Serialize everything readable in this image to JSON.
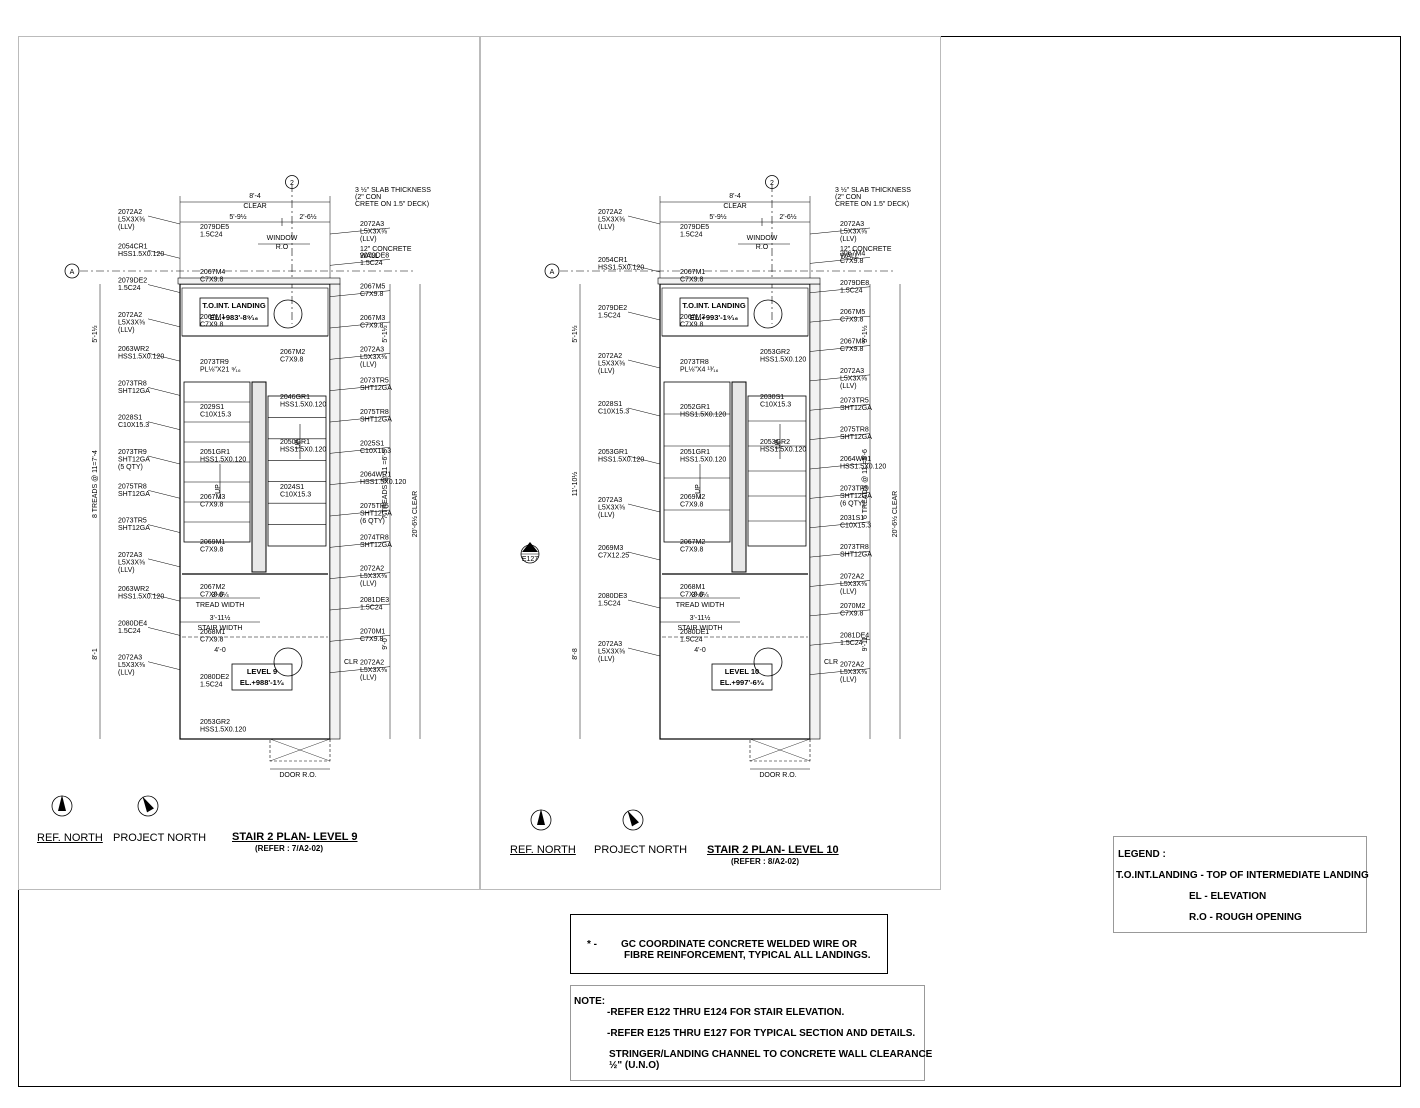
{
  "plans": [
    {
      "title": "STAIR 2 PLAN- LEVEL 9",
      "refer": "(REFER : 7/A2-02)",
      "ref_north": "REF. NORTH",
      "project_north": "PROJECT NORTH",
      "landing_label": "T.O.INT. LANDING",
      "landing_el": "EL.+983'-8⁹⁄₁₆",
      "level_label": "LEVEL 9",
      "level_el": "EL.+988'-1³⁄₄",
      "grid_top": "2",
      "grid_left": "A",
      "dim_clear": "8'-4",
      "clear": "CLEAR",
      "dim_a": "5'-9½",
      "dim_b": "2'-6½",
      "window": "WINDOW",
      "ro": "R.O",
      "treads_left": "8 TREADS @ 11=7'-4",
      "treads_right": "7 TREADS @ 11 =6'-5",
      "overall_clear": "20'-6½ CLEAR",
      "dim_top": "5'-1½",
      "dim_bottom": "9'-0",
      "dim_bottom_left": "8'-1",
      "tread_width": "3'-6¼ TREAD WIDTH",
      "stair_width": "3'-11½ STAIR WIDTH",
      "dim_4": "4'-0",
      "door_ro": "DOOR R.O.",
      "clr": "CLR",
      "up": "UP",
      "slab_note": "3 ½\" SLAB THICKNESS (2\" CONCRETE ON 1.5\" DECK)",
      "concrete_wall": "12\" CONCRETE WALL",
      "labels_left": [
        "2072A2 L5X3X⅜ (LLV)",
        "2054CR1 HSS1.5X0.120",
        "2079DE2 1.5C24",
        "2072A2 L5X3X⅜ (LLV)",
        "2063WR2 HSS1.5X0.120",
        "2073TR8 SHT12GA",
        "2028S1 C10X15.3",
        "2073TR9 SHT12GA (5 QTY)",
        "2075TR8 SHT12GA",
        "2073TR5 SHT12GA",
        "2072A3 L5X3X⅜ (LLV)",
        "2063WR2 HSS1.5X0.120",
        "2080DE4 1.5C24",
        "2072A3 L5X3X⅜ (LLV)"
      ],
      "labels_mid": [
        "2079DE5 1.5C24",
        "2067M4 C7X9.8",
        "2067M1 C7X9.8",
        "2073TR9 PL⅛\"X21 ⁹⁄₁₆",
        "2029S1 C10X15.3",
        "2051GR1 HSS1.5X0.120",
        "2067M3 C7X9.8",
        "2069M1 C7X9.8",
        "2067M2 C7X9.8",
        "2068M1 C7X9.8",
        "2080DE2 1.5C24",
        "2053GR2 HSS1.5X0.120",
        "2067M2 C7X9.8",
        "2046GR1 HSS1.5X0.120",
        "2050GR1 HSS1.5X0.120",
        "2024S1 C10X15.3"
      ],
      "labels_right": [
        "2072A3 L5X3X⅜ (LLV)",
        "2079DE8 1.5C24",
        "2067M5 C7X9.8",
        "2067M3 C7X9.8",
        "2072A3 L5X3X⅜ (LLV)",
        "2073TR5 SHT12GA",
        "2075TR8 SHT12GA",
        "2025S1 C10X15.3",
        "2064WR1 HSS1.5X0.120",
        "2075TR5 SHT12GA (6 QTY)",
        "2074TR8 SHT12GA",
        "2072A2 L5X3X⅜ (LLV)",
        "2081DE3 1.5C24",
        "2070M1 C7X9.8",
        "2072A2 L5X3X⅜ (LLV)"
      ]
    },
    {
      "title": "STAIR 2 PLAN- LEVEL 10",
      "refer": "(REFER : 8/A2-02)",
      "ref_north": "REF. NORTH",
      "project_north": "PROJECT NORTH",
      "landing_label": "T.O.INT. LANDING",
      "landing_el": "EL.+993'-1⁹⁄₁₆",
      "level_label": "LEVEL 10",
      "level_el": "EL.+997'-6³⁄₄",
      "grid_top": "2",
      "grid_left": "A",
      "dim_clear": "8'-4",
      "clear": "CLEAR",
      "dim_a": "5'-9½",
      "dim_b": "2'-6½",
      "window": "WINDOW",
      "ro": "R.O",
      "treads_left": "11'-10½",
      "treads_right": "6 TREADS @ 11 =5'-6",
      "overall_clear": "20'-6½ CLEAR",
      "dim_top": "5'-1½",
      "dim_bottom": "9'-11",
      "dim_bottom_left": "8'-8",
      "tread_width": "3'-6¼ TREAD WIDTH",
      "stair_width": "3'-11½ STAIR WIDTH",
      "dim_4": "4'-0",
      "door_ro": "DOOR R.O.",
      "clr": "CLR",
      "up": "UP",
      "section_tag": "4",
      "section_ref": "E127",
      "slab_note": "3 ½\" SLAB THICKNESS (2\" CONCRETE ON 1.5\" DECK)",
      "concrete_wall": "12\" CONCRETE WALL",
      "labels_left": [
        "2072A2 L5X3X⅜ (LLV)",
        "2054CR1 HSS1.5X0.120",
        "2079DE2 1.5C24",
        "2072A2 L5X3X⅜ (LLV)",
        "2028S1 C10X15.3",
        "2053GR1 HSS1.5X0.120",
        "2072A3 L5X3X⅜ (LLV)",
        "2069M3 C7X12.25",
        "2080DE3 1.5C24",
        "2072A3 L5X3X⅜ (LLV)"
      ],
      "labels_mid": [
        "2079DE5 1.5C24",
        "2067M1 C7X9.8",
        "2067M2 C7X9.8",
        "2073TR8 PL⅛\"X4 ¹³⁄₁₆",
        "2052GR1 HSS1.5X0.120",
        "2051GR1 HSS1.5X0.120",
        "2069M2 C7X9.8",
        "2067M2 C7X9.8",
        "2068M1 C7X9.8",
        "2080DE1 1.5C24",
        "2053GR2 HSS1.5X0.120",
        "2030S1 C10X15.3",
        "2053GR2 HSS1.5X0.120"
      ],
      "labels_right": [
        "2072A3 L5X3X⅜ (LLV)",
        "2067M4 C7X9.8",
        "2079DE8 1.5C24",
        "2067M5 C7X9.8",
        "2067M3 C7X9.8",
        "2072A3 L5X3X⅜ (LLV)",
        "2073TR5 SHT12GA",
        "2075TR8 SHT12GA",
        "2064WR1 HSS1.5X0.120",
        "2073TR9 SHT12GA (6 QTY)",
        "2031S1 C10X15.3",
        "2073TR8 SHT12GA",
        "2072A2 L5X3X⅜ (LLV)",
        "2070M2 C7X9.8",
        "2081DE4 1.5C24",
        "2072A2 L5X3X⅜ (LLV)"
      ]
    }
  ],
  "legend": {
    "title": "LEGEND :",
    "line1": "T.O.INT.LANDING - TOP OF  INTERMEDIATE LANDING",
    "line2": "EL -  ELEVATION",
    "line3": "R.O - ROUGH OPENING"
  },
  "gc_note": {
    "star": "*   -",
    "line1": "GC COORDINATE CONCRETE WELDED WIRE OR",
    "line2": "FIBRE REINFORCEMENT, TYPICAL ALL LANDINGS."
  },
  "note": {
    "title": "NOTE:",
    "line1": "-REFER E122 THRU E124 FOR STAIR ELEVATION.",
    "line2": "-REFER E125 THRU E127 FOR TYPICAL SECTION AND DETAILS.",
    "line3": "STRINGER/LANDING CHANNEL TO CONCRETE WALL CLEARANCE",
    "line4": "½\" (U.N.O)"
  }
}
